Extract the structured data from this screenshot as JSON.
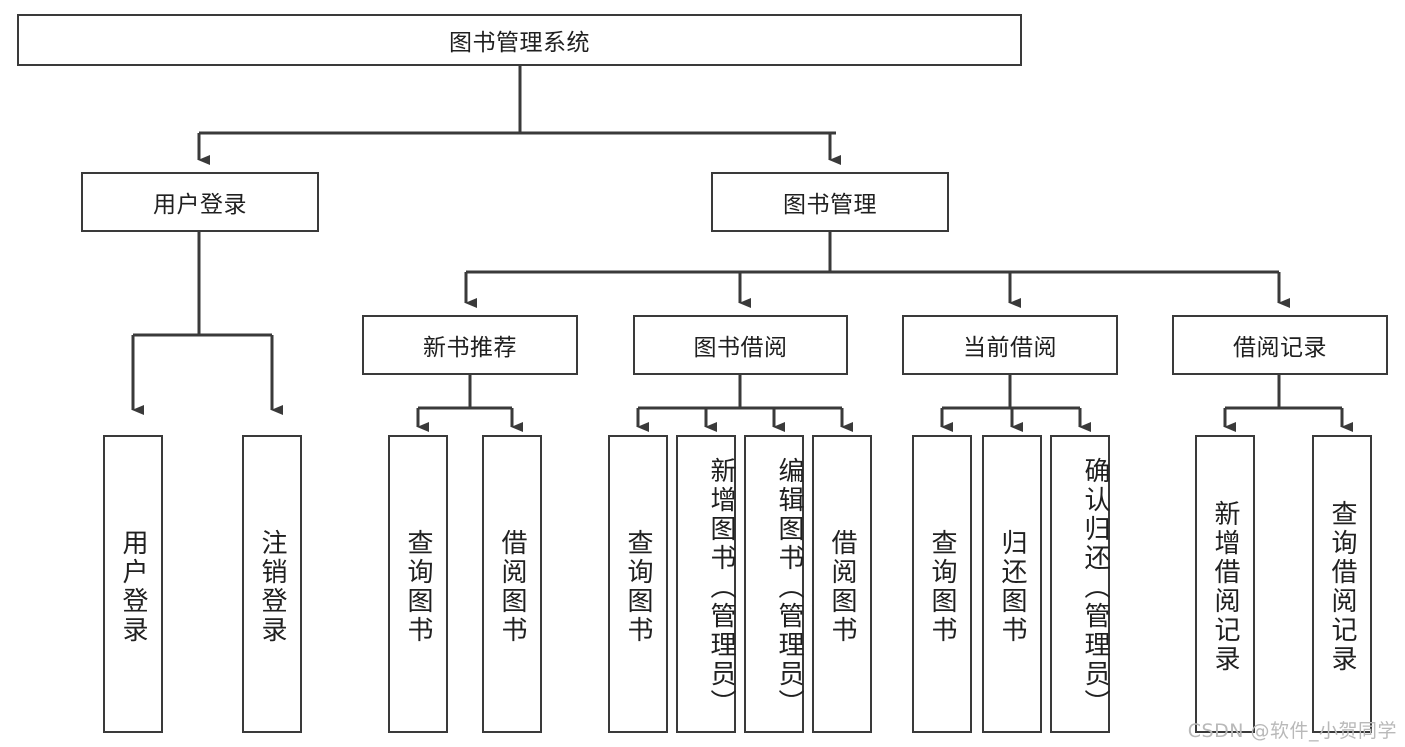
{
  "diagram": {
    "type": "tree-hierarchy",
    "title": "图书管理系统",
    "watermark": "CSDN @软件_小贺同学",
    "colors": {
      "box_stroke": "#3a3a3a",
      "box_fill": "#ffffff",
      "connector": "#3a3a3a",
      "text": "#202020",
      "watermark": "#b9b9b9"
    },
    "levels": [
      {
        "level": 1,
        "nodes": [
          {
            "id": "root",
            "label": "图书管理系统",
            "orientation": "horizontal"
          }
        ]
      },
      {
        "level": 2,
        "nodes": [
          {
            "id": "login",
            "label": "用户登录",
            "orientation": "horizontal",
            "parent": "root"
          },
          {
            "id": "bookmgmt",
            "label": "图书管理",
            "orientation": "horizontal",
            "parent": "root"
          }
        ]
      },
      {
        "level": 3,
        "nodes": [
          {
            "id": "newbook",
            "label": "新书推荐",
            "orientation": "horizontal",
            "parent": "bookmgmt"
          },
          {
            "id": "borrow",
            "label": "图书借阅",
            "orientation": "horizontal",
            "parent": "bookmgmt"
          },
          {
            "id": "current",
            "label": "当前借阅",
            "orientation": "horizontal",
            "parent": "bookmgmt"
          },
          {
            "id": "record",
            "label": "借阅记录",
            "orientation": "horizontal",
            "parent": "bookmgmt"
          }
        ]
      },
      {
        "level": 4,
        "nodes": [
          {
            "id": "leaf-user-login",
            "label": "用户登录",
            "orientation": "vertical",
            "parent": "login"
          },
          {
            "id": "leaf-user-logout",
            "label": "注销登录",
            "orientation": "vertical",
            "parent": "login"
          },
          {
            "id": "leaf-newbook-query",
            "label": "查询图书",
            "orientation": "vertical",
            "parent": "newbook"
          },
          {
            "id": "leaf-newbook-borrow",
            "label": "借阅图书",
            "orientation": "vertical",
            "parent": "newbook"
          },
          {
            "id": "leaf-borrow-query",
            "label": "查询图书",
            "orientation": "vertical",
            "parent": "borrow"
          },
          {
            "id": "leaf-borrow-add",
            "label": "新增图书（管理员）",
            "orientation": "vertical",
            "parent": "borrow"
          },
          {
            "id": "leaf-borrow-edit",
            "label": "编辑图书（管理员）",
            "orientation": "vertical",
            "parent": "borrow"
          },
          {
            "id": "leaf-borrow-lend",
            "label": "借阅图书",
            "orientation": "vertical",
            "parent": "borrow"
          },
          {
            "id": "leaf-current-query",
            "label": "查询图书",
            "orientation": "vertical",
            "parent": "current"
          },
          {
            "id": "leaf-current-return",
            "label": "归还图书",
            "orientation": "vertical",
            "parent": "current"
          },
          {
            "id": "leaf-current-confirm",
            "label": "确认归还（管理员）",
            "orientation": "vertical",
            "parent": "current"
          },
          {
            "id": "leaf-record-add",
            "label": "新增借阅记录",
            "orientation": "vertical",
            "parent": "record"
          },
          {
            "id": "leaf-record-query",
            "label": "查询借阅记录",
            "orientation": "vertical",
            "parent": "record"
          }
        ]
      }
    ]
  }
}
